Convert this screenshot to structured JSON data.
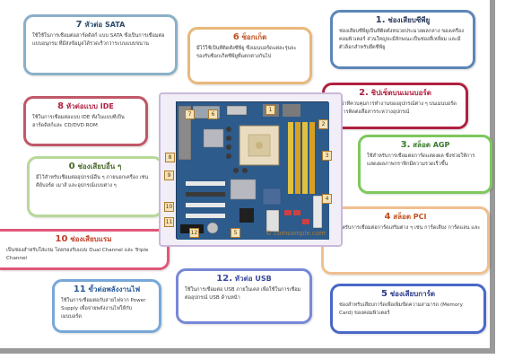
{
  "colors": {
    "sata": "#8ab0c8",
    "socket": "#e8b87a",
    "chipset": "#5c86b8",
    "northbridge": "#b02040",
    "ide": "#c05868",
    "agp": "#7ec85c",
    "slot0": "#b8d89a",
    "pci": "#f0c090",
    "ram": "#e05878",
    "power": "#78a8d8",
    "usb": "#7888d8",
    "card": "#4868c8",
    "board": "#2d5b8c"
  },
  "watermark": "© comsample.com",
  "cards": {
    "sata": {
      "num": "7",
      "title": "หัวต่อ SATA",
      "body": "ใช้ใช้ในการเชื่อมต่อฮาร์ดดิสก์ แบบ SATA ซึ่งเป็นการเชื่อมต่อแบบอนุกรม ที่มีส่งข้อมูลได้รวดเร็วกว่าระบบแบบขนาน"
    },
    "socket": {
      "num": "6",
      "title": "ซ็อกเก็ต",
      "body": "มีไว้ใช้เป็นที่ติดตั้งซีพียู ซึ่งเมนบอร์ดแต่ละรุ่นจะรองรับซ็อกเก็ตซีพียูที่แตกต่างกันไป"
    },
    "chipset": {
      "num": "1.",
      "title": "ช่องเสียบซีพียู",
      "body": "ช่องเสียบซีพียูเป็นที่ติดตั้งหน่วยประมวลผลกลาง ของเครื่องคอมพิวเตอร์ ส่วนใหญ่จะมีลักษณะเป็นช่องสี่เหลี่ยม และมีตัวล็อกสำหรับยึดซีพียู"
    },
    "northbridge": {
      "num": "2.",
      "title": "ชิปเซ็ตบนเมนบอร์ด",
      "body": "ทำหน้าที่ควบคุมการทำงานของอุปกรณ์ต่าง ๆ บนเมนบอร์ด และการติดต่อสื่อสารระหว่างอุปกรณ์"
    },
    "ide": {
      "num": "8",
      "title": "หัวต่อแบบ IDE",
      "body": "ใช้ในการเชื่อมต่อแบบ IDE ทั้งในแบบที่เป็นฮาร์ดดิสก์และ CD/DVD ROM"
    },
    "agp": {
      "num": "3.",
      "title": "สล็อต AGP",
      "body": "ใช้สำหรับการเชื่อมต่อการ์ดแสดงผล ซึ่งช่วยให้การแสดงผลภาพกราฟิกมีความรวดเร็วขึ้น"
    },
    "slot0": {
      "num": "0",
      "title": "ช่องเสียบอื่น ๆ",
      "body": "มีไว้สำหรับเชื่อมต่ออุปกรณ์อื่น ๆ ภายนอกเครื่อง เช่น คีย์บอร์ด เมาส์ และอุปกรณ์แบบต่าง ๆ"
    },
    "pci": {
      "num": "4",
      "title": "สล็อต PCI",
      "body": "ใช้สำหรับการเชื่อมต่อการ์ดเสริมต่าง ๆ เช่น การ์ดเสียง การ์ดแลน และอื่น ๆ"
    },
    "ram": {
      "num": "10",
      "title": "ช่องเสียบแรม",
      "body": "เป็นช่องสำหรับใส่แรม โดยรองรับแบบ Dual Channel และ Triple Channel"
    },
    "usb": {
      "num": "12.",
      "title": "หัวต่อ USB",
      "body": "ใช้ในการเชื่อมต่อ USB ภายในเคส เพื่อใช้ในการเชื่อมต่ออุปกรณ์ USB ด้านหน้า"
    },
    "power": {
      "num": "11",
      "title": "ขั้วต่อพลังงานไฟ",
      "body": "ใช้ในการเชื่อมต่อกับสายไฟจาก Power Supply เพื่อจ่ายพลังงานไฟให้กับเมนบอร์ด"
    },
    "card": {
      "num": "5",
      "title": "ช่องเสียบการ์ด",
      "body": "ช่องสำหรับเสียบการ์ดเพื่อเพิ่มขีดความสามารถ (Memory Card) ของคอมพิวเตอร์"
    }
  },
  "marks": [
    "1",
    "2",
    "3",
    "4",
    "5",
    "6",
    "7",
    "8",
    "9",
    "10",
    "11",
    "12"
  ]
}
